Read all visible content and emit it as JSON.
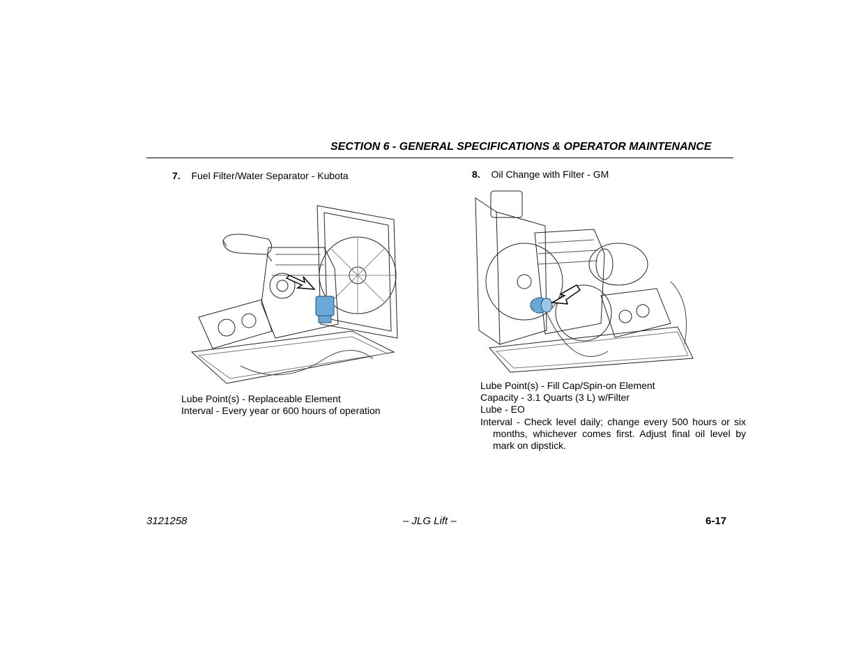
{
  "header": {
    "title": "SECTION 6 - GENERAL SPECIFICATIONS & OPERATOR MAINTENANCE"
  },
  "left": {
    "step_number": "7.",
    "step_title": "Fuel Filter/Water Separator - Kubota",
    "lines": [
      "Lube Point(s) - Replaceable Element",
      "Interval - Every year or 600 hours of operation"
    ]
  },
  "right": {
    "step_number": "8.",
    "step_title": "Oil Change with Filter - GM",
    "lines": [
      "Lube Point(s) - Fill Cap/Spin-on Element",
      "Capacity - 3.1 Quarts (3 L) w/Filter",
      "Lube - EO"
    ],
    "interval": "Interval - Check level daily; change every 500 hours or six months, whichever comes first. Adjust final oil level by mark on dipstick."
  },
  "footer": {
    "doc_number": "3121258",
    "center": "– JLG Lift –",
    "page": "6-17"
  },
  "colors": {
    "highlight": "#6aa8d8"
  }
}
